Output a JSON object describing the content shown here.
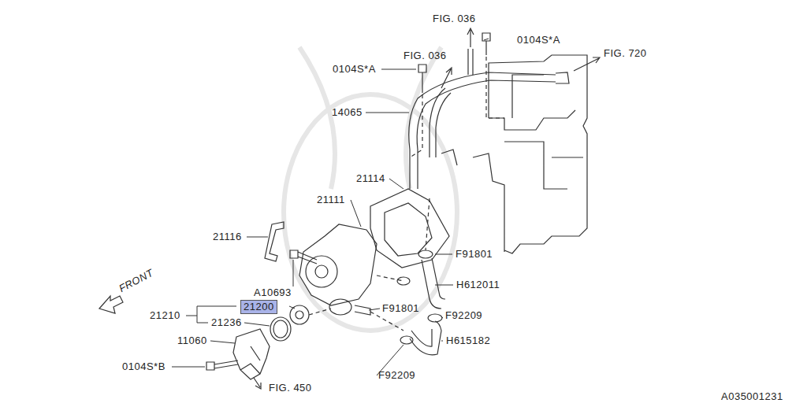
{
  "diagram": {
    "nodes": [
      {
        "text": [
          "21200"
        ]
      }
    ],
    "labels": [
      "FIG. 036",
      "0104S*A",
      "FIG. 036",
      "0104S*A",
      "FIG. 720",
      "14065",
      "21114",
      "21111",
      "21116",
      "F91801",
      "H612011",
      "A10693",
      "FRONT",
      "21210",
      "F91801",
      "F92209",
      "21236",
      "11060",
      "H615182",
      "0104S*B",
      "F92209",
      "FIG. 450",
      "A035001231"
    ]
  }
}
